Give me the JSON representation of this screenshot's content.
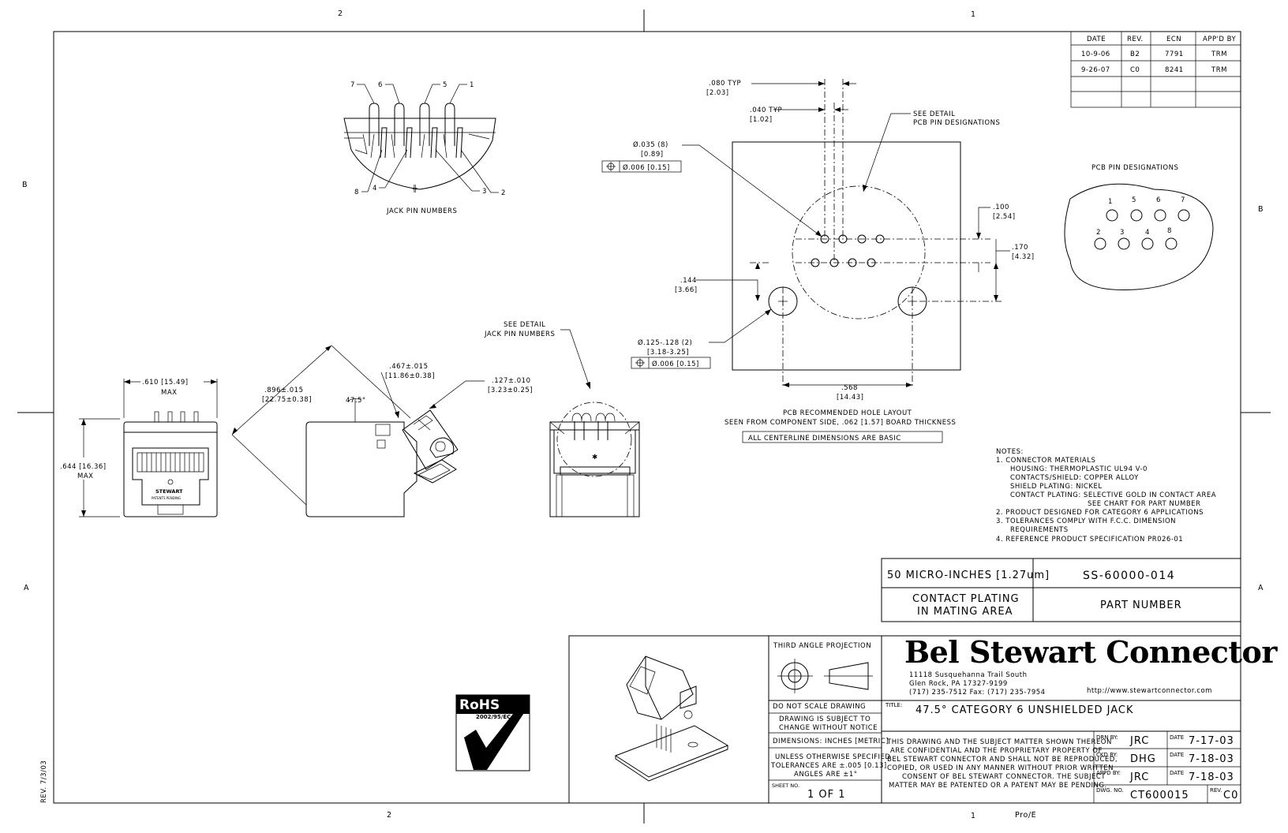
{
  "zone_labels": {
    "top": [
      "2",
      "1"
    ],
    "bottom": [
      "2",
      "1"
    ],
    "left": [
      "B",
      "A"
    ],
    "right": [
      "B",
      "A"
    ]
  },
  "revision_table": {
    "headers": [
      "DATE",
      "REV.",
      "ECN",
      "APP'D BY"
    ],
    "rows": [
      [
        "10-9-06",
        "B2",
        "7791",
        "TRM"
      ],
      [
        "9-26-07",
        "C0",
        "8241",
        "TRM"
      ]
    ]
  },
  "jack_pin_view": {
    "pin_labels": [
      "7",
      "6",
      "5",
      "1",
      "8",
      "4",
      "3",
      "2"
    ],
    "caption": "JACK PIN NUMBERS"
  },
  "pcb_layout": {
    "dims": {
      "d080": ".080  TYP",
      "d080m": "[2.03]",
      "d040": ".040  TYP",
      "d040m": "[1.02]",
      "see_detail_1": "SEE DETAIL",
      "see_detail_2": "PCB PIN DESIGNATIONS",
      "hole035": "Ø.035  (8)",
      "hole035m": "[0.89]",
      "tol1": "Ø.006 [0.15]",
      "d100": ".100",
      "d100m": "[2.54]",
      "d170": ".170",
      "d170m": "[4.32]",
      "d144": ".144",
      "d144m": "[3.66]",
      "hole125": "Ø.125-.128  (2)",
      "hole125m": "[3.18-3.25]",
      "tol2": "Ø.006 [0.15]",
      "d568": ".568",
      "d568m": "[14.43]"
    },
    "caption_1": "PCB RECOMMENDED HOLE LAYOUT",
    "caption_2": "SEEN FROM COMPONENT SIDE, .062 [1.57] BOARD THICKNESS",
    "basic_note": "ALL CENTERLINE DIMENSIONS ARE BASIC"
  },
  "pcb_pin_designations": {
    "title": "PCB PIN DESIGNATIONS",
    "top_labels": [
      "1",
      "5",
      "6",
      "7"
    ],
    "bottom_labels": [
      "2",
      "3",
      "4",
      "8"
    ]
  },
  "front_view": {
    "width_dim": ".610 [15.49]",
    "width_max": "MAX",
    "height_dim": ".644 [16.36]",
    "height_max": "MAX",
    "logo": "STEWART",
    "patent": "PATENTS PENDING"
  },
  "side_view": {
    "d896": ".896±.015",
    "d896m": "[22.75±0.38]",
    "d467": ".467±.015",
    "d467m": "[11.86±0.38]",
    "d127": ".127±.010",
    "d127m": "[3.23±0.25]",
    "angle": "47.5°"
  },
  "rear_view": {
    "see_detail_1": "SEE DETAIL",
    "see_detail_2": "JACK PIN NUMBERS"
  },
  "notes": {
    "header": "NOTES:",
    "lines": [
      "1. CONNECTOR MATERIALS",
      "HOUSING: THERMOPLASTIC UL94 V-0",
      "CONTACTS/SHIELD: COPPER ALLOY",
      "SHIELD PLATING: NICKEL",
      "CONTACT PLATING: SELECTIVE GOLD IN CONTACT AREA",
      "SEE CHART FOR PART NUMBER",
      "2. PRODUCT DESIGNED FOR CATEGORY 6 APPLICATIONS",
      "3. TOLERANCES COMPLY WITH F.C.C. DIMENSION",
      "REQUIREMENTS",
      "4. REFERENCE PRODUCT SPECIFICATION PR026-01"
    ]
  },
  "part_chart": {
    "plating": "50 MICRO-INCHES [1.27um]",
    "part": "SS-60000-014",
    "plating_header_1": "CONTACT PLATING",
    "plating_header_2": "IN MATING AREA",
    "part_header": "PART NUMBER"
  },
  "rohs": {
    "label": "RoHS",
    "sub": "2002/95/EC"
  },
  "title_block": {
    "projection": "THIRD ANGLE PROJECTION",
    "company": "Bel Stewart Connector",
    "address_1": "11118 Susquehanna Trail South",
    "address_2": "Glen Rock, PA  17327-9199",
    "address_3": "(717) 235-7512  Fax: (717) 235-7954",
    "website": "http://www.stewartconnector.com",
    "do_not_scale": "DO NOT SCALE DRAWING",
    "subject_1": "DRAWING IS SUBJECT TO",
    "subject_2": "CHANGE WITHOUT NOTICE",
    "dimensions": "DIMENSIONS: INCHES [METRIC]",
    "tol_1": "UNLESS OTHERWISE SPECIFIED",
    "tol_2": "TOLERANCES ARE ±.005 [0.13]",
    "tol_3": "ANGLES ARE ±1°",
    "sheet_label": "SHEET NO.",
    "sheet_value": "1 OF 1",
    "title_label": "TITLE:",
    "title": "47.5° CATEGORY 6 UNSHIELDED JACK",
    "confidential": [
      "THIS DRAWING AND THE SUBJECT MATTER SHOWN THEREON",
      "ARE CONFIDENTIAL AND THE PROPRIETARY PROPERTY OF",
      "BEL STEWART CONNECTOR AND SHALL NOT BE REPRODUCED,",
      "COPIED, OR USED IN ANY MANNER WITHOUT PRIOR WRITTEN",
      "CONSENT OF BEL STEWART CONNECTOR. THE SUBJECT",
      "MATTER MAY BE PATENTED OR A PATENT MAY BE PENDING."
    ],
    "drn_label": "DRN BY:",
    "drn": "JRC",
    "drn_date_label": "DATE",
    "drn_date": "7-17-03",
    "ckd_label": "CKD BY:",
    "ckd": "DHG",
    "ckd_date_label": "DATE",
    "ckd_date": "7-18-03",
    "appd_label": "APPD BY:",
    "appd": "JRC",
    "appd_date_label": "DATE",
    "appd_date": "7-18-03",
    "dwg_label": "DWG. NO.",
    "dwg": "CT600015",
    "rev_label": "REV.",
    "rev": "C0"
  },
  "margin_rev": "REV. 7/3/03",
  "footer_code": "Pro/E"
}
